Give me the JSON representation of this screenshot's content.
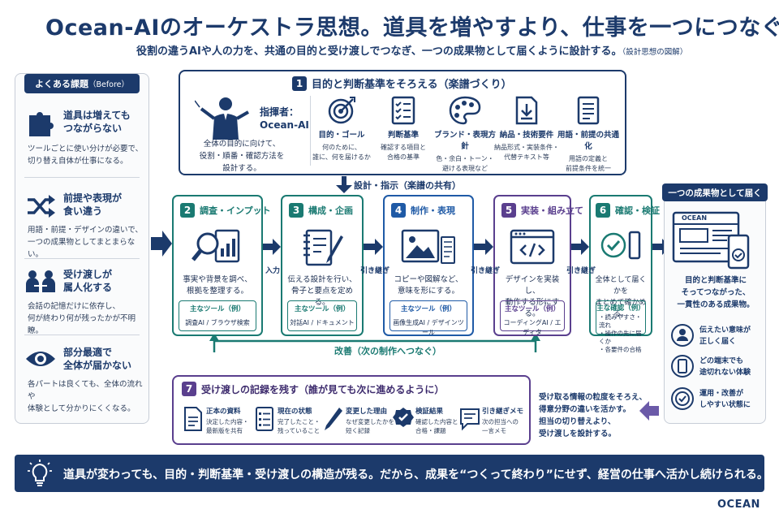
{
  "title": "Ocean-AIのオーケストラ思想。道具を増やすより、仕事を一つにつなぐ。",
  "subtitle": "役割の違うAIや人の力を、共通の目的と受け渡しでつなぎ、一つの成果物として届くように設計する。",
  "subtitle_note": "（設計思想の図解）",
  "left": {
    "heading": "よくある課題",
    "heading_note": "（Before）",
    "issues": [
      {
        "title1": "道具は増えても",
        "title2": "つながらない",
        "desc1": "ツールごとに使い分けが必要で、",
        "desc2": "切り替え自体が仕事になる。",
        "icon": "puzzle-icon"
      },
      {
        "title1": "前提や表現が",
        "title2": "食い違う",
        "desc1": "用語・前提・デザインの違いで、",
        "desc2": "一つの成果物としてまとまらない。",
        "icon": "shuffle-icon"
      },
      {
        "title1": "受け渡しが",
        "title2": "属人化する",
        "desc1": "会話の記憶だけに依存し、",
        "desc2": "何が終わり何が残ったかが不明瞭。",
        "icon": "handoff-icon"
      },
      {
        "title1": "部分最適で",
        "title2": "全体が届かない",
        "desc1": "各パートは良くても、全体の流れや",
        "desc2": "体験として分かりにくくなる。",
        "icon": "eye-icon"
      }
    ]
  },
  "step1": {
    "num": "1",
    "title": "目的と判断基準をそろえる（楽譜づくり）",
    "conductor1": "指揮者：",
    "conductor2": "Ocean-AI",
    "desc1": "全体の目的に向けて、",
    "desc2": "役割・順番・確認方法を",
    "desc3": "設計する。",
    "tools": [
      {
        "label": "目的・ゴール",
        "d1": "何のために、",
        "d2": "誰に、何を届けるか",
        "icon": "target-icon"
      },
      {
        "label": "判断基準",
        "d1": "確認する項目と",
        "d2": "合格の基準",
        "icon": "checklist-icon"
      },
      {
        "label": "ブランド・表現方針",
        "d1": "色・余白・トーン・",
        "d2": "避ける表現など",
        "icon": "palette-icon"
      },
      {
        "label": "納品・技術要件",
        "d1": "納品形式・実装条件・",
        "d2": "代替テキスト等",
        "icon": "download-icon"
      },
      {
        "label": "用語・前提の共通化",
        "d1": "用語の定義と",
        "d2": "前提条件を統一",
        "icon": "document-icon"
      }
    ]
  },
  "flow": {
    "design_label": "設計・指示（楽譜の共有）",
    "input": "入力",
    "handoff": "引き継ぎ",
    "improve": "改善（次の制作へつなぐ）"
  },
  "steps": [
    {
      "num": "2",
      "title": "調査・インプット",
      "d1": "事実や背景を調べ、",
      "d2": "根拠を整理する。",
      "tool_head": "主なツール（例）",
      "tool": "調査AI / ブラウザ検索",
      "color": "#1a7a72"
    },
    {
      "num": "3",
      "title": "構成・企画",
      "d1": "伝える設計を行い、",
      "d2": "骨子と要点を定める。",
      "tool_head": "主なツール（例）",
      "tool": "対話AI / ドキュメント",
      "color": "#1a7a72"
    },
    {
      "num": "4",
      "title": "制作・表現",
      "d1": "コピーや図解など、",
      "d2": "意味を形にする。",
      "tool_head": "主なツール（例）",
      "tool": "画像生成AI / デザインツール",
      "color": "#1f5aa6"
    },
    {
      "num": "5",
      "title": "実装・組み立て",
      "d1": "デザインを実装し、",
      "d2": "動作する形にする。",
      "tool_head": "主なツール（例）",
      "tool": "コーディングAI / エディタ",
      "color": "#5a3f8e"
    },
    {
      "num": "6",
      "title": "確認・検証",
      "d1": "全体として届くかを",
      "d2": "まとめて確かめる。",
      "tool_head": "主な確認（例）",
      "c1": "・読みやすさ・流れ",
      "c2": "・操作の先に届くか",
      "c3": "・各要件の合格",
      "color": "#1a7a72"
    }
  ],
  "step7": {
    "num": "7",
    "title": "受け渡しの記録を残す（誰が見ても次に進めるように）",
    "records": [
      {
        "t": "正本の資料",
        "d1": "決定した内容・",
        "d2": "最新版を共有",
        "icon": "file-icon"
      },
      {
        "t": "現在の状態",
        "d1": "完了したこと・",
        "d2": "残っていること",
        "icon": "status-list-icon"
      },
      {
        "t": "変更した理由",
        "d1": "なぜ変更したかを",
        "d2": "短く記録",
        "icon": "pencil-icon"
      },
      {
        "t": "検証結果",
        "d1": "確認した内容と",
        "d2": "合格・課題",
        "icon": "verified-icon"
      },
      {
        "t": "引き継ぎメモ",
        "d1": "次の担当への",
        "d2": "一言メモ",
        "icon": "memo-icon"
      }
    ]
  },
  "right": {
    "heading": "一つの成果物として届く",
    "logo": "OCEAN",
    "desc1": "目的と判断基準に",
    "desc2": "そってつながった、",
    "desc3": "一貫性のある成果物。",
    "values": [
      {
        "a": "伝えたい意味が",
        "b": "正しく届く",
        "icon": "person-icon"
      },
      {
        "a": "どの端末でも",
        "b": "途切れない体験",
        "icon": "smartphone-icon"
      },
      {
        "a": "運用・改善が",
        "b": "しやすい状態に",
        "icon": "check-circle-icon"
      }
    ]
  },
  "feedback": {
    "l1": "受け取る情報の粒度をそろえ、",
    "l2": "得意分野の違いを活かす。",
    "l3": "担当の切り替えより、",
    "l4": "受け渡しを設計する。"
  },
  "footer": "道具が変わっても、目的・判断基準・受け渡しの構造が残る。だから、成果を“つくって終わり”にせず、経営の仕事へ活かし続けられる。",
  "brand": "OCEAN",
  "colors": {
    "navy": "#1c3a6b",
    "teal": "#1a7a72",
    "blue": "#1f5aa6",
    "purple": "#5a3f8e"
  }
}
